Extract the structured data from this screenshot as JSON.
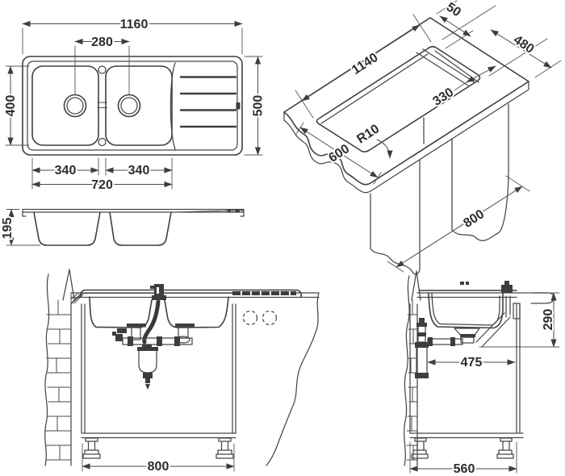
{
  "drawing": {
    "type": "technical-dimension-drawing",
    "subject": "inset double-bowl kitchen sink with drainer, worktop cutout and cabinet installation",
    "units": "mm",
    "colors": {
      "line": "#3f3f3f",
      "text": "#2d2d2d",
      "background": "#ffffff"
    },
    "views": {
      "top": {
        "name": "sink top view",
        "dims": {
          "overall_length": "1160",
          "drain_spacing": "280",
          "bowl_front_to_back": "400",
          "overall_width": "500",
          "bowl1_width": "340",
          "bowl2_width": "340",
          "bowls_overall": "720"
        }
      },
      "section": {
        "name": "sink side section",
        "dims": {
          "bowl_depth": "195"
        }
      },
      "isometric": {
        "name": "worktop cutout isometric view",
        "dims": {
          "edge_offset": "50",
          "cutout_width": "480",
          "cutout_length": "1140",
          "drainer_cutout": "330",
          "corner_radius": "R10",
          "worktop_depth": "600",
          "cabinet_width": "800"
        }
      },
      "front_installation": {
        "name": "front installation section",
        "dims": {
          "cabinet_width": "800"
        }
      },
      "side_installation": {
        "name": "side installation section",
        "dims": {
          "outlet_height": "290",
          "trap_clearance": "475",
          "cabinet_depth": "560"
        }
      }
    }
  }
}
